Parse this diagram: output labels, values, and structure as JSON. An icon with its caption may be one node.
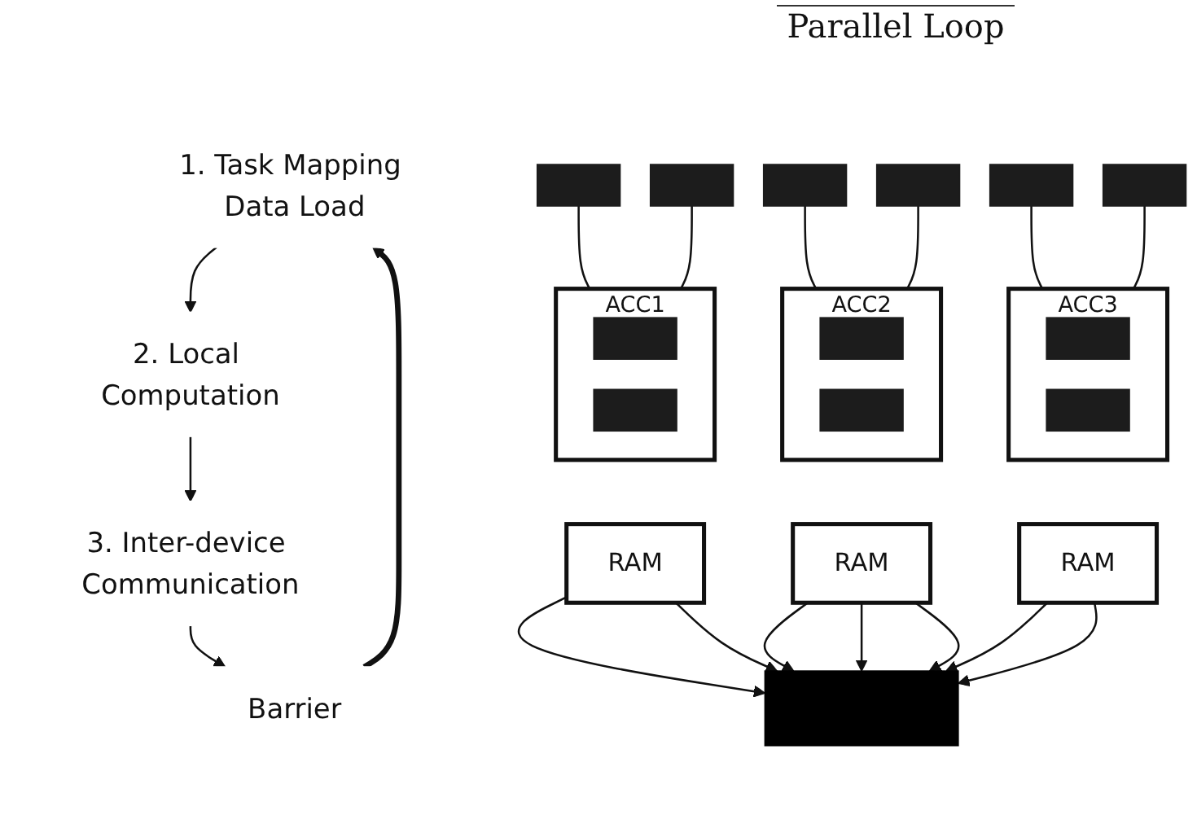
{
  "diagram": {
    "nodes": [
      {
        "text": [
          "1. Task Mapping Data Load"
        ]
      },
      {
        "text": [
          "2. Local Computation"
        ]
      },
      {
        "text": [
          "3. Inter-device Communication"
        ]
      },
      {
        "text": [
          "Barrier"
        ]
      },
      {
        "text": [],
        "shape": "bar"
      },
      {
        "text": [],
        "shape": "bar"
      },
      {
        "text": [],
        "shape": "bar"
      },
      {
        "text": [],
        "shape": "bar"
      },
      {
        "text": [],
        "shape": "bar"
      },
      {
        "text": [],
        "shape": "bar"
      },
      {
        "text": [
          "ACC1"
        ]
      },
      {
        "text": [],
        "shape": "bar",
        "in": 10
      },
      {
        "text": [],
        "shape": "bar",
        "in": 10
      },
      {
        "text": [
          "ACC2"
        ]
      },
      {
        "text": [],
        "shape": "bar",
        "in": 13
      },
      {
        "text": [],
        "shape": "bar",
        "in": 13
      },
      {
        "text": [
          "ACC3"
        ]
      },
      {
        "text": [],
        "shape": "bar",
        "in": 16
      },
      {
        "text": [],
        "shape": "bar",
        "in": 16
      },
      {
        "text": [
          "RAM"
        ]
      },
      {
        "text": [
          "RAM"
        ]
      },
      {
        "text": [
          "RAM"
        ]
      },
      {
        "text": [],
        "shape": "bar"
      }
    ],
    "edges": [
      {
        "from": 0,
        "to": 1,
        "arrow": "to"
      },
      {
        "from": 1,
        "to": 2,
        "arrow": "to"
      },
      {
        "from": 2,
        "to": 3,
        "arrow": "to"
      },
      {
        "from": 3,
        "to": 0,
        "arrow": "to",
        "style": "thick"
      },
      {
        "from": 4,
        "to": 10,
        "arrow": "none"
      },
      {
        "from": 5,
        "to": 10,
        "arrow": "none"
      },
      {
        "from": 6,
        "to": 13,
        "arrow": "none"
      },
      {
        "from": 7,
        "to": 13,
        "arrow": "none"
      },
      {
        "from": 8,
        "to": 16,
        "arrow": "none"
      },
      {
        "from": 9,
        "to": 16,
        "arrow": "none"
      },
      {
        "from": 19,
        "to": 22,
        "arrow": "to"
      },
      {
        "from": 19,
        "to": 22,
        "arrow": "to"
      },
      {
        "from": 20,
        "to": 22,
        "arrow": "to"
      },
      {
        "from": 20,
        "to": 22,
        "arrow": "to"
      },
      {
        "from": 20,
        "to": 22,
        "arrow": "to"
      },
      {
        "from": 21,
        "to": 22,
        "arrow": "to"
      },
      {
        "from": 21,
        "to": 22,
        "arrow": "to"
      }
    ],
    "labels": [
      "Parallel Loop"
    ]
  }
}
